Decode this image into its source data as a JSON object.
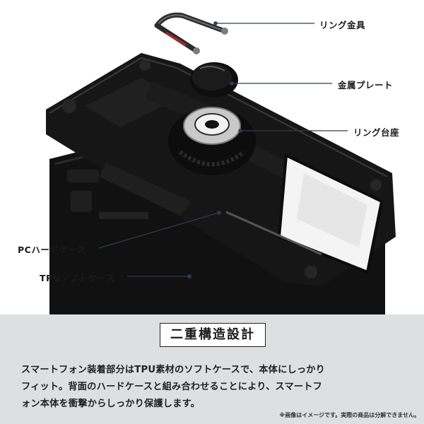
{
  "colors": {
    "panel_background": "#dedfe1",
    "case_black": "#141414",
    "callout_line": "#2c3e50",
    "ring_bracket_accent": "#b3262b"
  },
  "callouts": {
    "ring_bracket": "リング金具",
    "metal_plate": "金属プレート",
    "ring_base": "リング台座",
    "pc_hard_case": "PCハードケース",
    "tpu_soft_case": "TPUソフトケース"
  },
  "info": {
    "title": "二重構造設計",
    "lines": [
      "スマートフォン装着部分はTPU素材のソフトケースで、本体にしっかり",
      "フィット。背面のハードケースと組み合わせることにより、スマートフ",
      "ォン本体を衝撃からしっかり保護します。"
    ],
    "note": "※画像はイメージです。実際の商品は分解できません。"
  }
}
